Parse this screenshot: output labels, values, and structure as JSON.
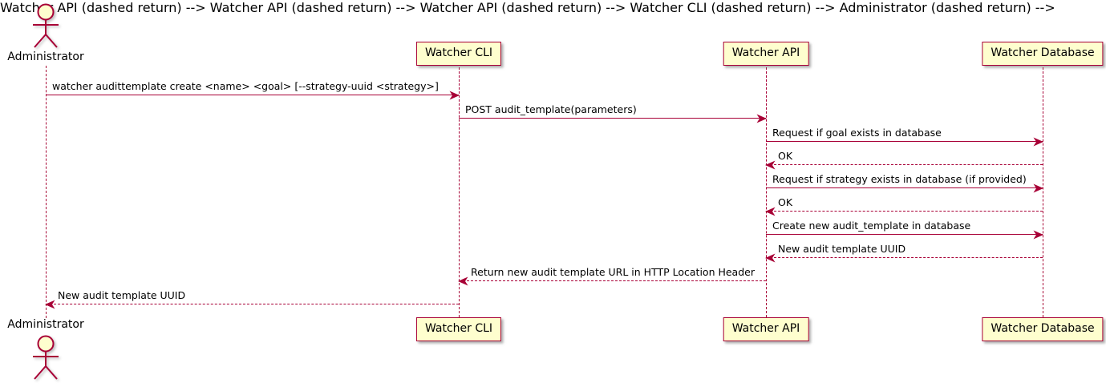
{
  "diagram": {
    "type": "sequence",
    "participants": [
      {
        "name": "Administrator",
        "kind": "actor"
      },
      {
        "name": "Watcher CLI",
        "kind": "participant"
      },
      {
        "name": "Watcher API",
        "kind": "participant"
      },
      {
        "name": "Watcher Database",
        "kind": "participant"
      }
    ],
    "messages": [
      {
        "from": "Administrator",
        "to": "Watcher CLI",
        "style": "solid",
        "label": "watcher audittemplate create <name> <goal> [--strategy-uuid <strategy>]"
      },
      {
        "from": "Watcher CLI",
        "to": "Watcher API",
        "style": "solid",
        "label": "POST audit_template(parameters)"
      },
      {
        "from": "Watcher API",
        "to": "Watcher Database",
        "style": "solid",
        "label": "Request if goal exists in database"
      },
      {
        "from": "Watcher Database",
        "to": "Watcher API",
        "style": "dashed",
        "label": "OK"
      },
      {
        "from": "Watcher API",
        "to": "Watcher Database",
        "style": "solid",
        "label": "Request if strategy exists in database (if provided)"
      },
      {
        "from": "Watcher Database",
        "to": "Watcher API",
        "style": "dashed",
        "label": "OK"
      },
      {
        "from": "Watcher API",
        "to": "Watcher Database",
        "style": "solid",
        "label": "Create new audit_template in database"
      },
      {
        "from": "Watcher Database",
        "to": "Watcher API",
        "style": "dashed",
        "label": "New audit template UUID"
      },
      {
        "from": "Watcher API",
        "to": "Watcher CLI",
        "style": "dashed",
        "label": "Return new audit template URL in HTTP Location Header"
      },
      {
        "from": "Watcher CLI",
        "to": "Administrator",
        "style": "dashed",
        "label": "New audit template UUID"
      }
    ],
    "colors": {
      "participant_fill": "#FEFECE",
      "stroke": "#A80036",
      "text": "#000000",
      "background": "#FFFFFF"
    }
  }
}
